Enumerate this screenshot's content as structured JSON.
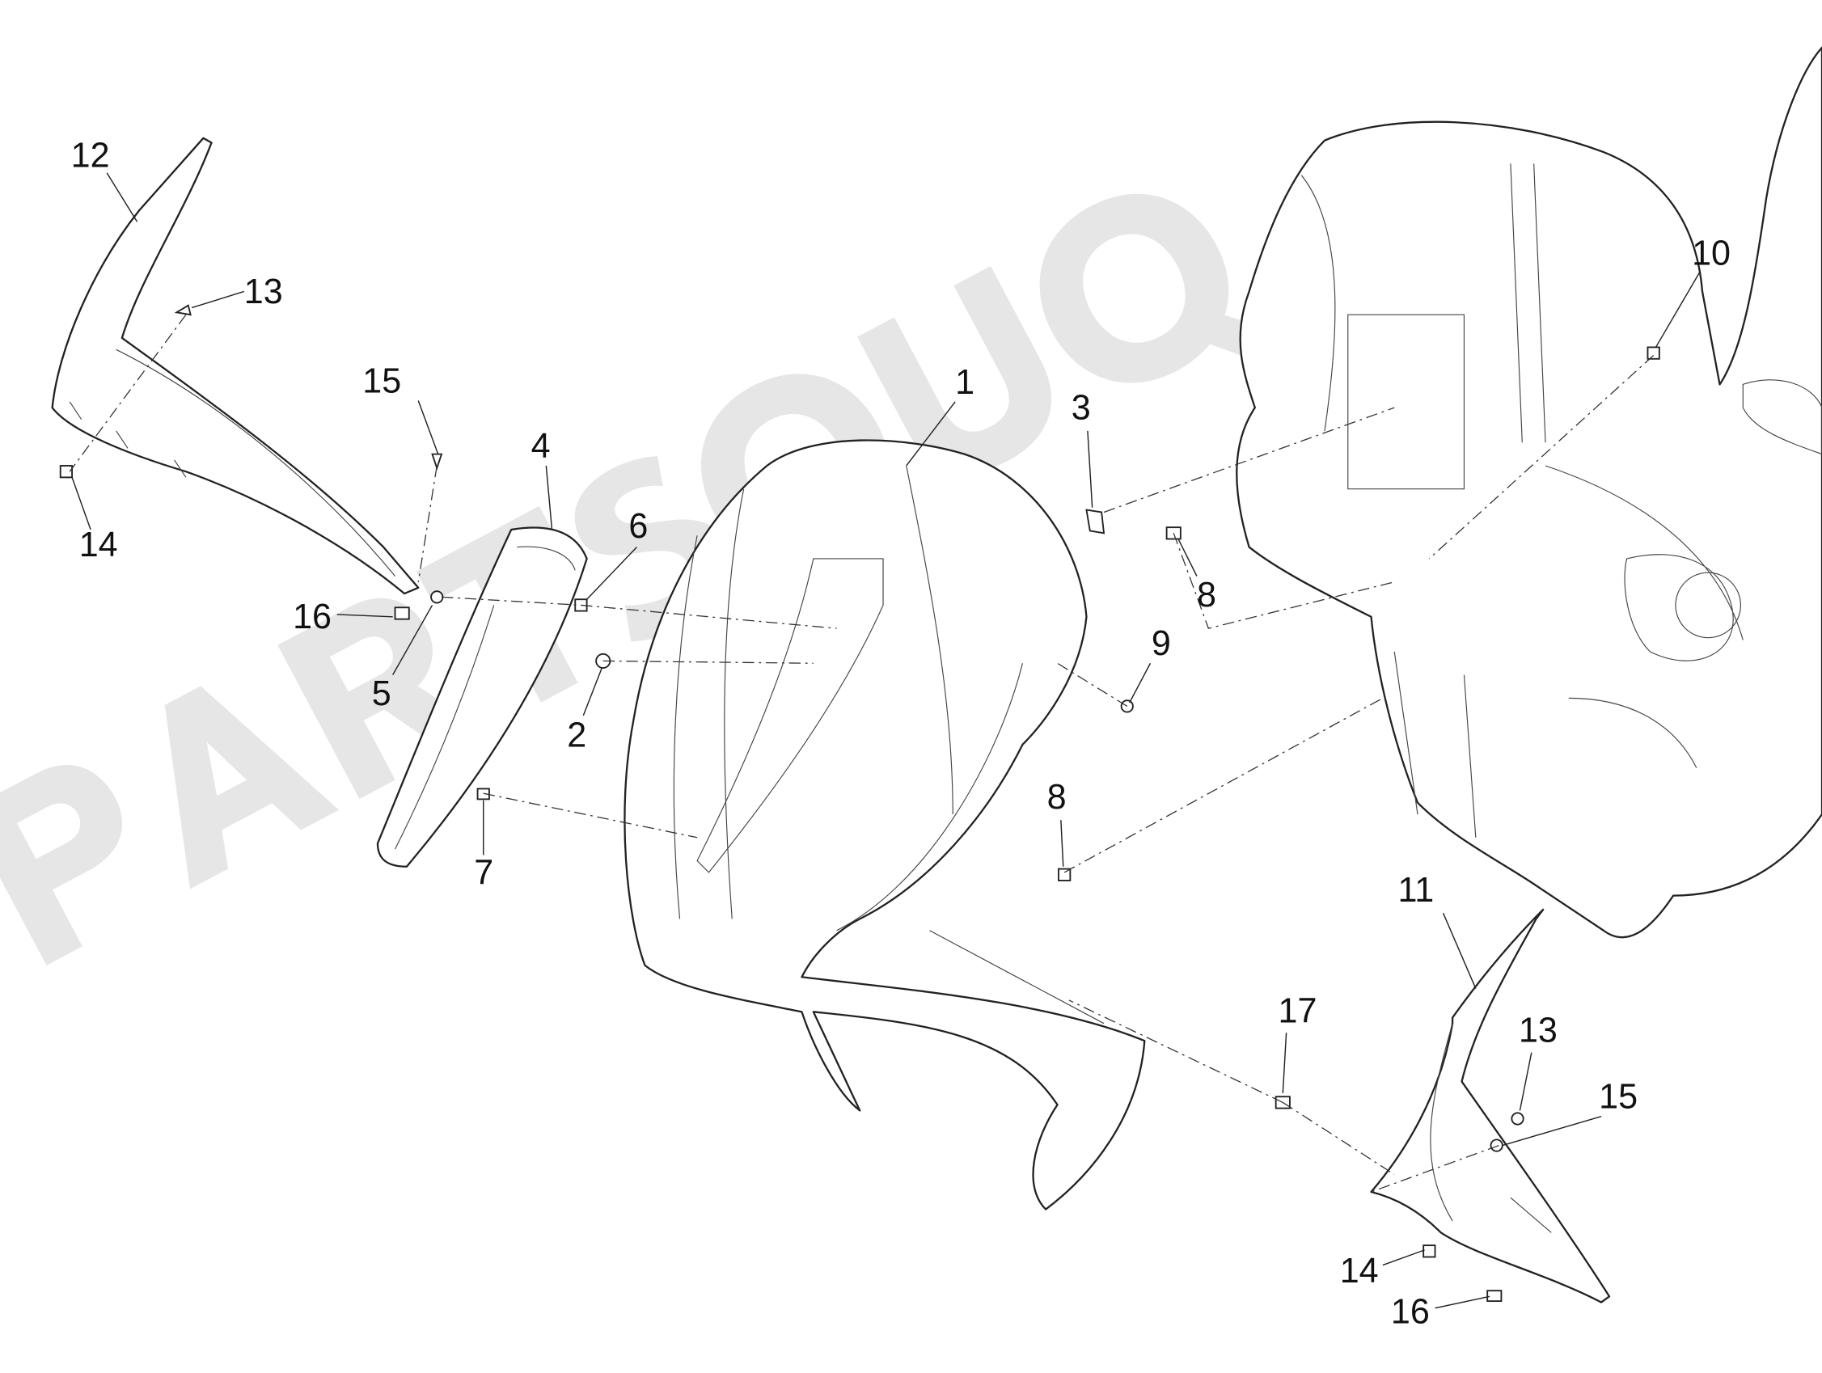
{
  "diagram": {
    "type": "exploded-parts-diagram",
    "watermark": "PARTSOUQ",
    "callouts": [
      "1",
      "2",
      "3",
      "4",
      "5",
      "6",
      "7",
      "8",
      "8",
      "9",
      "10",
      "11",
      "12",
      "13",
      "13",
      "14",
      "14",
      "15",
      "15",
      "16",
      "16",
      "17"
    ]
  }
}
